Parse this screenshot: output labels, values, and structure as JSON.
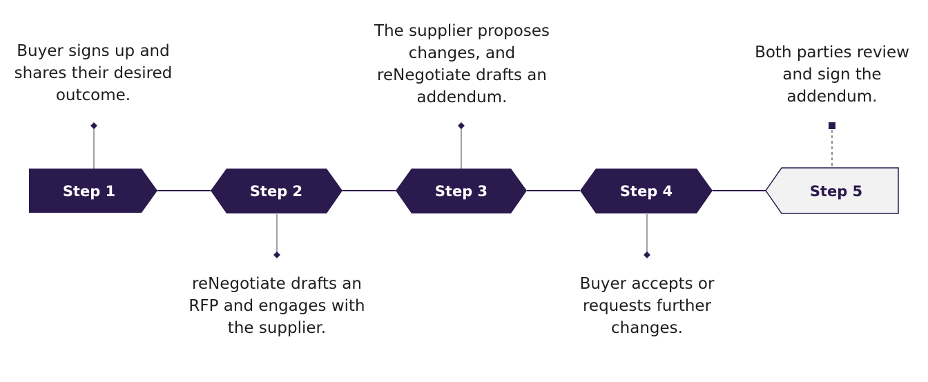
{
  "colors": {
    "primary": "#2b1a4d",
    "outline_fill": "#f2f2f3",
    "outline_stroke": "#2b1a4d",
    "connector": "#2b1a4d",
    "leader": "#6f6f6f",
    "text_light": "#ffffff",
    "text_dark": "#2b1a4d"
  },
  "steps": [
    {
      "label": "Step 1",
      "caption": "Buyer signs up and\nshares their desired\noutcome."
    },
    {
      "label": "Step 2",
      "caption": "reNegotiate drafts an\nRFP and engages with\nthe supplier."
    },
    {
      "label": "Step 3",
      "caption": "The supplier proposes\nchanges, and\nreNegotiate drafts an\naddendum."
    },
    {
      "label": "Step 4",
      "caption": "Buyer accepts or\nrequests further\nchanges."
    },
    {
      "label": "Step 5",
      "caption": "Both parties review\nand sign the\naddendum."
    }
  ]
}
